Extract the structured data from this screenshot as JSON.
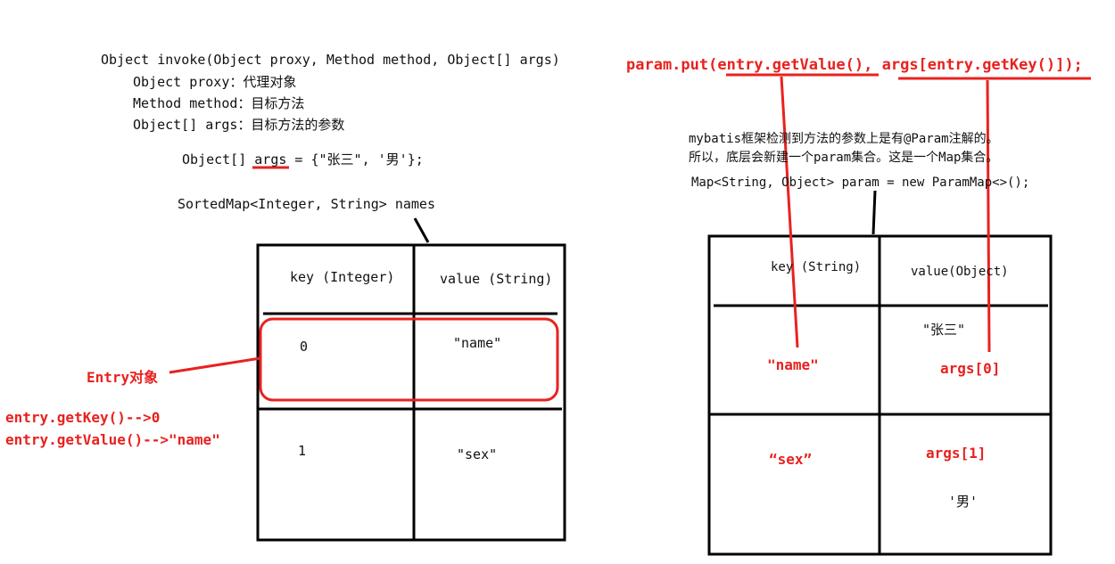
{
  "colors": {
    "accent": "#e8221f",
    "ink": "#111111"
  },
  "left": {
    "signature": "Object invoke(Object proxy, Method method, Object[] args)",
    "param_proxy": "Object proxy：代理对象",
    "param_method": "Method method：目标方法",
    "param_args": "Object[] args：目标方法的参数",
    "args_decl_prefix": "Object[] ",
    "args_decl_var": "args",
    "args_decl_suffix": " = {\"张三\", '男'};",
    "names_decl": "SortedMap<Integer, String> names",
    "table": {
      "headers": [
        "key (Integer)",
        "value (String)"
      ],
      "rows": [
        {
          "key": "0",
          "value": "\"name\""
        },
        {
          "key": "1",
          "value": "\"sex\""
        }
      ]
    },
    "entry_label": "Entry对象",
    "get_key": "entry.getKey()-->0",
    "get_value": "entry.getValue()-->\"name\""
  },
  "right": {
    "put_prefix": "param.put(",
    "put_value_call": "entry.getValue()",
    "put_sep": ", ",
    "put_key_call": "args[entry.getKey()]",
    "put_suffix": ");",
    "note_line1": "mybatis框架检测到方法的参数上是有@Param注解的。",
    "note_line2": "所以，底层会新建一个param集合。这是一个Map集合。",
    "map_decl": "Map<String, Object> param = new ParamMap<>();",
    "table": {
      "headers": [
        "key (String)",
        "value(Object)"
      ],
      "rows": [
        {
          "key": "\"name\"",
          "value": "args[0]",
          "value_note": "\"张三\""
        },
        {
          "key": "“sex”",
          "value": "args[1]",
          "value_note": "'男'"
        }
      ]
    }
  }
}
